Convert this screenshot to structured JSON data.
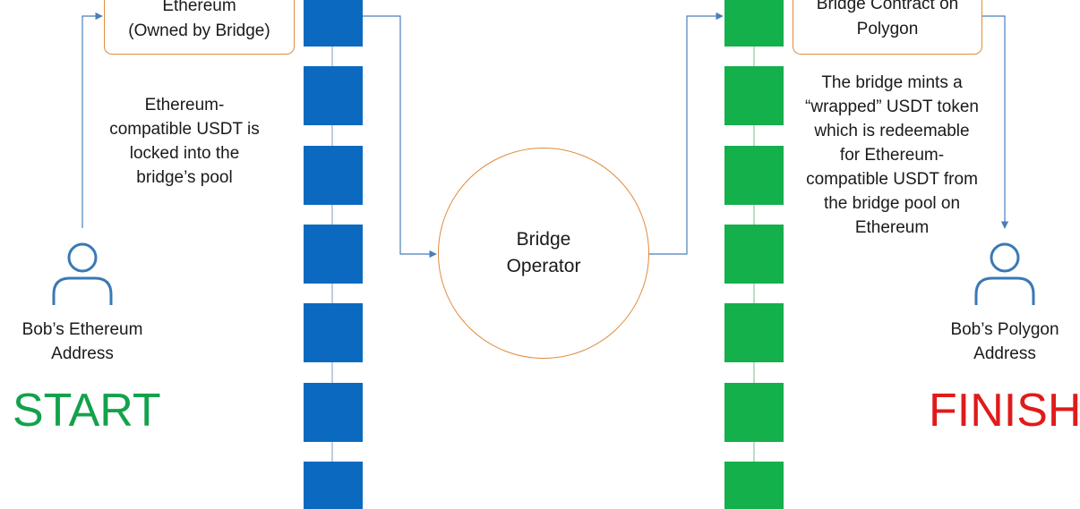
{
  "ethereum_contract": {
    "lines": [
      "Ethereum",
      "(Owned by Bridge)"
    ]
  },
  "polygon_contract": {
    "lines": [
      "Bridge Contract on",
      "Polygon"
    ]
  },
  "operator": {
    "lines": [
      "Bridge",
      "Operator"
    ]
  },
  "lock_note": {
    "lines": [
      "Ethereum-",
      "compatible USDT is",
      "locked into the",
      "bridge’s pool"
    ]
  },
  "mint_note": {
    "lines": [
      "The bridge mints a",
      "“wrapped” USDT token",
      "which is redeemable",
      "for Ethereum-",
      "compatible USDT from",
      "the bridge pool on",
      "Ethereum"
    ]
  },
  "ethereum_address": {
    "lines": [
      "Bob’s Ethereum",
      "Address"
    ]
  },
  "polygon_address": {
    "lines": [
      "Bob’s Polygon",
      "Address"
    ]
  },
  "start_label": "START",
  "finish_label": "FINISH",
  "colors": {
    "ethereum_block": "#0b6abf",
    "polygon_block": "#14b04c",
    "outline": "#e08a3c",
    "arrow": "#4a7ebb",
    "person": "#3a78b5",
    "start": "#13a24b",
    "finish": "#e01b1b"
  }
}
